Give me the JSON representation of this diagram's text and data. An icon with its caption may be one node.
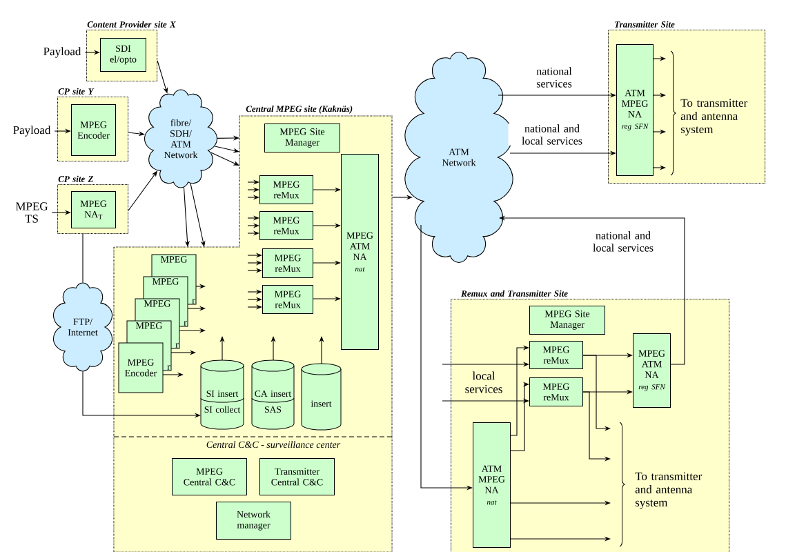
{
  "diagram": {
    "nodes": [
      {
        "text": [
          "Content Provider site X"
        ]
      },
      {
        "text": [
          "SDI el/opto"
        ],
        "in": 0
      },
      {
        "text": [
          "CP site Y"
        ]
      },
      {
        "text": [
          "MPEG Encoder"
        ],
        "in": 2
      },
      {
        "text": [
          "CP site Z"
        ]
      },
      {
        "text": [
          "MPEG NA$_{T}$"
        ],
        "in": 4
      },
      {
        "text": [
          "fibre/ SDH/ ATM Network"
        ]
      },
      {
        "text": [
          "Payload"
        ]
      },
      {
        "text": [
          "Payload"
        ]
      },
      {
        "text": [
          "MPEG TS"
        ]
      },
      {
        "text": [
          "FTP/ Internet"
        ]
      },
      {
        "text": [
          "Central MPEG site (Kaknäs)"
        ]
      },
      {
        "text": [
          "MPEG Site Manager"
        ],
        "in": 11
      },
      {
        "text": [
          "MPEG ATM NA",
          "nat"
        ],
        "in": 11
      },
      {
        "text": [
          "MPEG reMux"
        ],
        "in": 11
      },
      {
        "text": [
          "MPEG reMux"
        ],
        "in": 11
      },
      {
        "text": [
          "MPEG reMux"
        ],
        "in": 11
      },
      {
        "text": [
          "MPEG reMux"
        ],
        "in": 11
      },
      {
        "text": [
          "MPEG",
          "r",
          "MPEG",
          "r",
          "MPEG",
          "r",
          "MPEG",
          "r",
          "MPEG Encoder"
        ],
        "in": 11
      },
      {
        "text": [
          "SI insert",
          "SI collect"
        ],
        "in": 11
      },
      {
        "text": [
          "CA insert",
          "SAS"
        ],
        "in": 11
      },
      {
        "text": [
          "insert"
        ],
        "in": 11
      },
      {
        "text": [
          "Central C&C - surveillance center"
        ],
        "in": 11
      },
      {
        "text": [
          "MPEG Central C&C"
        ],
        "in": 22
      },
      {
        "text": [
          "Transmitter Central C&C"
        ],
        "in": 22
      },
      {
        "text": [
          "Network manager"
        ],
        "in": 22
      },
      {
        "text": [
          "ATM Network"
        ]
      },
      {
        "text": [
          "Transmitter Site"
        ]
      },
      {
        "text": [
          "ATM MPEG NA",
          "reg SFN"
        ],
        "in": 27
      },
      {
        "text": [
          "Remux and Transmitter Site"
        ]
      },
      {
        "text": [
          "MPEG Site Manager"
        ],
        "in": 29
      },
      {
        "text": [
          "MPEG reMux"
        ],
        "in": 29
      },
      {
        "text": [
          "MPEG reMux"
        ],
        "in": 29
      },
      {
        "text": [
          "MPEG ATM NA",
          "reg SFN"
        ],
        "in": 29
      },
      {
        "text": [
          "ATM MPEG NA",
          "nat"
        ],
        "in": 29
      }
    ],
    "edges": [
      {
        "from": 7,
        "to": 1,
        "arrow": "to"
      },
      {
        "from": 8,
        "to": 3,
        "arrow": "to"
      },
      {
        "from": 9,
        "to": 5,
        "arrow": "to"
      },
      {
        "from": 0,
        "to": 6,
        "arrow": "to"
      },
      {
        "from": 2,
        "to": 6,
        "arrow": "to"
      },
      {
        "from": 4,
        "to": 6,
        "arrow": "to"
      },
      {
        "from": 6,
        "to": 11,
        "arrow": "to"
      },
      {
        "from": 6,
        "to": 11,
        "arrow": "to"
      },
      {
        "from": 6,
        "to": 11,
        "arrow": "to"
      },
      {
        "from": 6,
        "to": 11,
        "arrow": "to"
      },
      {
        "from": 6,
        "to": 11,
        "arrow": "to"
      },
      {
        "from": 4,
        "to": 10,
        "arrow": "none"
      },
      {
        "from": 10,
        "to": 19,
        "arrow": "to"
      },
      {
        "from": null,
        "to": 14,
        "arrow": "to"
      },
      {
        "from": null,
        "to": 14,
        "arrow": "to"
      },
      {
        "from": null,
        "to": 14,
        "arrow": "to"
      },
      {
        "from": null,
        "to": 15,
        "arrow": "to"
      },
      {
        "from": null,
        "to": 15,
        "arrow": "to"
      },
      {
        "from": null,
        "to": 15,
        "arrow": "to"
      },
      {
        "from": null,
        "to": 16,
        "arrow": "to"
      },
      {
        "from": null,
        "to": 16,
        "arrow": "to"
      },
      {
        "from": null,
        "to": 16,
        "arrow": "to"
      },
      {
        "from": null,
        "to": 17,
        "arrow": "to"
      },
      {
        "from": null,
        "to": 17,
        "arrow": "to"
      },
      {
        "from": null,
        "to": 17,
        "arrow": "to"
      },
      {
        "from": 14,
        "to": 13,
        "arrow": "to"
      },
      {
        "from": 15,
        "to": 13,
        "arrow": "to"
      },
      {
        "from": 16,
        "to": 13,
        "arrow": "to"
      },
      {
        "from": 17,
        "to": 13,
        "arrow": "to"
      },
      {
        "from": 18,
        "to": null,
        "arrow": "to"
      },
      {
        "from": 18,
        "to": null,
        "arrow": "to"
      },
      {
        "from": 18,
        "to": null,
        "arrow": "to"
      },
      {
        "from": 18,
        "to": null,
        "arrow": "to"
      },
      {
        "from": 18,
        "to": null,
        "arrow": "to"
      },
      {
        "from": 19,
        "to": null,
        "arrow": "to"
      },
      {
        "from": 20,
        "to": null,
        "arrow": "to"
      },
      {
        "from": 21,
        "to": null,
        "arrow": "to"
      },
      {
        "from": 11,
        "to": 26,
        "arrow": "to"
      },
      {
        "from": 26,
        "to": 28,
        "arrow": "to",
        "label": "national services"
      },
      {
        "from": 26,
        "to": 28,
        "arrow": "to",
        "label": "national and local services"
      },
      {
        "from": 33,
        "to": 26,
        "arrow": "to",
        "label": "national and local services"
      },
      {
        "from": 26,
        "to": 34,
        "arrow": "to"
      },
      {
        "from": 34,
        "to": 31,
        "arrow": "to"
      },
      {
        "from": 34,
        "to": 32,
        "arrow": "to"
      },
      {
        "from": null,
        "to": 31,
        "arrow": "to"
      },
      {
        "from": null,
        "to": 32,
        "arrow": "to"
      },
      {
        "from": 31,
        "to": 33,
        "arrow": "to"
      },
      {
        "from": 32,
        "to": 33,
        "arrow": "to"
      },
      {
        "from": 31,
        "to": null,
        "arrow": "to"
      },
      {
        "from": 32,
        "to": null,
        "arrow": "to"
      },
      {
        "from": 34,
        "to": null,
        "arrow": "to"
      },
      {
        "from": 34,
        "to": null,
        "arrow": "to"
      },
      {
        "from": 28,
        "to": null,
        "arrow": "to"
      },
      {
        "from": 28,
        "to": null,
        "arrow": "to"
      },
      {
        "from": 28,
        "to": null,
        "arrow": "to"
      },
      {
        "from": 28,
        "to": null,
        "arrow": "to"
      }
    ],
    "labels": [
      "To transmitter and antenna system",
      "local services",
      "To transmitter and antenna system"
    ]
  }
}
